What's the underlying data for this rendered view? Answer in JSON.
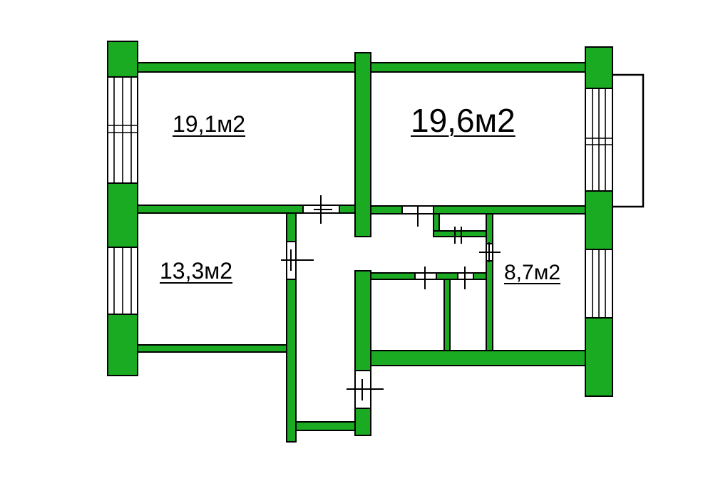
{
  "floor_plan": {
    "colors": {
      "wall_fill": "#1bab22",
      "wall_stroke": "#000000",
      "background": "#ffffff"
    },
    "rooms": [
      {
        "id": "room-1",
        "area_label": "19,1м2"
      },
      {
        "id": "room-2",
        "area_label": "19,6м2"
      },
      {
        "id": "room-3",
        "area_label": "13,3м2"
      },
      {
        "id": "room-4",
        "area_label": "8,7м2"
      }
    ]
  }
}
